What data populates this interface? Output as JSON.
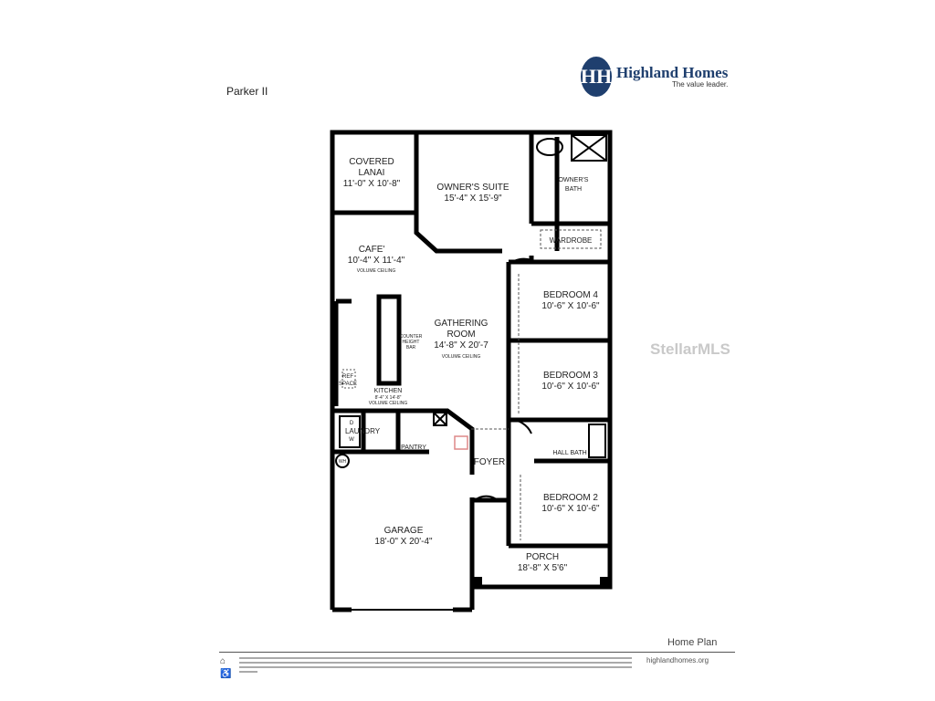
{
  "plan_name": "Parker II",
  "logo": {
    "monogram": "HH",
    "brand": "Highland Homes",
    "tagline": "The value leader."
  },
  "watermark": "StellarMLS",
  "rooms": {
    "lanai": {
      "name1": "COVERED",
      "name2": "LANAI",
      "size": "11'-0\" X 10'-8\""
    },
    "owners_suite": {
      "name": "OWNER'S SUITE",
      "size": "15'-4\" X 15'-9\""
    },
    "owners_bath": {
      "name1": "OWNER'S",
      "name2": "BATH"
    },
    "wardrobe": {
      "name": "WARDROBE"
    },
    "cafe": {
      "name": "CAFE'",
      "size": "10'-4\" X 11'-4\"",
      "note": "VOLUME CEILING"
    },
    "gathering": {
      "name1": "GATHERING",
      "name2": "ROOM",
      "size": "14'-8\" X 20'-7",
      "note": "VOLUME CEILING"
    },
    "counter": {
      "l1": "COUNTER",
      "l2": "HEIGHT",
      "l3": "BAR"
    },
    "ref": {
      "l1": "REF",
      "l2": "SPACE"
    },
    "kitchen": {
      "name": "KITCHEN",
      "size": "8'-4\" X 14'-8\"",
      "note": "VOLUME CEILING"
    },
    "bedroom4": {
      "name": "BEDROOM 4",
      "size": "10'-6\" X 10'-6\""
    },
    "bedroom3": {
      "name": "BEDROOM 3",
      "size": "10'-6\" X 10'-6\""
    },
    "bedroom2": {
      "name": "BEDROOM 2",
      "size": "10'-6\" X 10'-6\""
    },
    "hall_bath": {
      "name": "HALL BATH"
    },
    "laundry": {
      "name": "LAUNDRY",
      "d": "D",
      "w": "W",
      "wh": "WH"
    },
    "pantry": {
      "name": "PANTRY"
    },
    "foyer": {
      "name": "FOYER"
    },
    "garage": {
      "name": "GARAGE",
      "size": "18'-0\" X 20'-4\""
    },
    "porch": {
      "name": "PORCH",
      "size": "18'-8\" X 5'6\""
    }
  },
  "footer": {
    "title": "Home Plan",
    "website": "highlandhomes.org"
  }
}
